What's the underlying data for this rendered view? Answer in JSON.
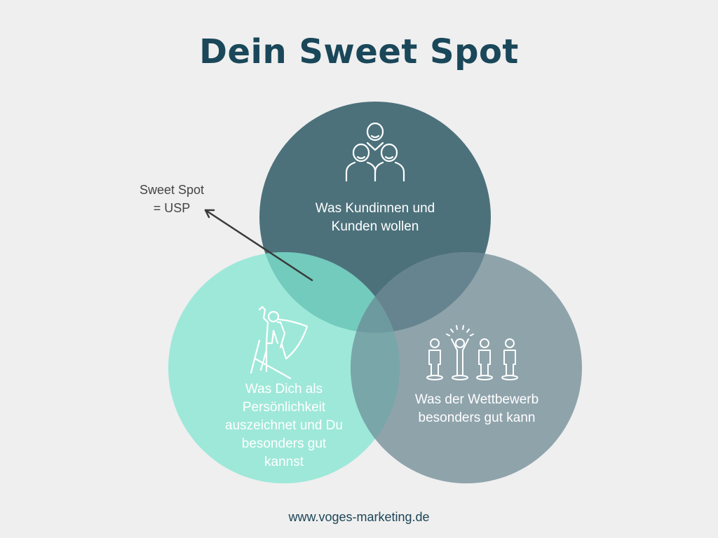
{
  "title": "Dein Sweet Spot",
  "annotation": {
    "line1": "Sweet Spot",
    "line2": "= USP"
  },
  "circles": [
    {
      "id": "customers",
      "icon": "people-group-icon",
      "color": "#4c717b",
      "lines": [
        "Was Kundinnen und",
        "Kunden wollen"
      ]
    },
    {
      "id": "personality",
      "icon": "superhero-climber-icon",
      "color": "#9ee8d9",
      "lines": [
        "Was Dich als",
        "Persönlichkeit",
        "auszeichnet und Du",
        "besonders gut",
        "kannst"
      ]
    },
    {
      "id": "competition",
      "icon": "standout-person-icon",
      "color": "#8fa3ab",
      "lines": [
        "Was der Wettbewerb",
        "besonders gut kann"
      ]
    }
  ],
  "overlap_colors": {
    "top_left": "#72cbbd",
    "top_right": "#66848f",
    "left_right": "#79a6a9",
    "center": "#6d9a9e"
  },
  "arrow_color": "#3a3a3a",
  "footer": "www.voges-marketing.de"
}
